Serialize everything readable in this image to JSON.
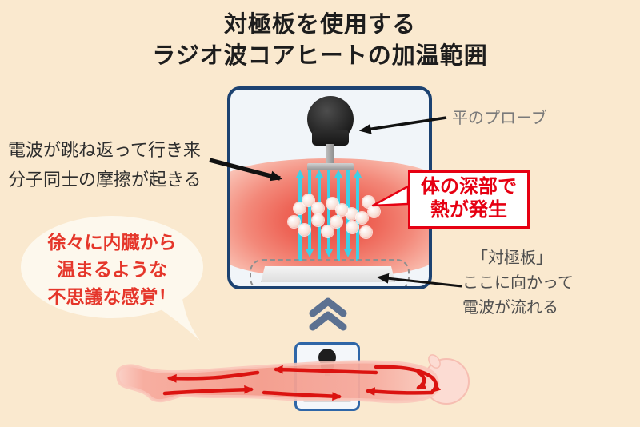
{
  "title": {
    "line1": "対極板を使用する",
    "line2": "ラジオ波コアヒートの加温範囲"
  },
  "diagram": {
    "probe_label": "平のプローブ",
    "friction_label": {
      "line1": "電波が跳ね返って行き来",
      "line2": "分子同士の摩擦が起きる"
    },
    "deep_heat_callout": {
      "line1": "体の深部で",
      "line2": "熱が発生"
    },
    "electrode_label": {
      "line1": "「対極板」",
      "line2": "ここに向かって",
      "line3": "電波が流れる"
    }
  },
  "speech_bubble": {
    "line1": "徐々に内臓から",
    "line2": "温まるような",
    "line3": "不思議な感覚！"
  },
  "icons": {
    "probe": "probe-device-icon",
    "electrode_plate": "electrode-plate-icon",
    "molecules": "molecule-particles-icon",
    "wave_arrows": "radio-wave-arrows-icon",
    "chevron": "double-chevron-up-icon",
    "patient": "lying-patient-figure",
    "mini_device": "mini-device-icon"
  },
  "colors": {
    "background": "#fae9cf",
    "accent_red": "#e60012",
    "bubble_text_red": "#e5362a",
    "wave_cyan": "#3fd0e6",
    "panel_navy": "#1c4271",
    "panel_bg": "#f1f5f9",
    "tissue_pink": "#ee6557",
    "body_pink": "#f49c8d",
    "gray_label": "#7a7a7a",
    "chevron_slate": "#5c7191",
    "mini_box_blue": "#2f66a7",
    "flow_arrow_red": "#db1310"
  }
}
